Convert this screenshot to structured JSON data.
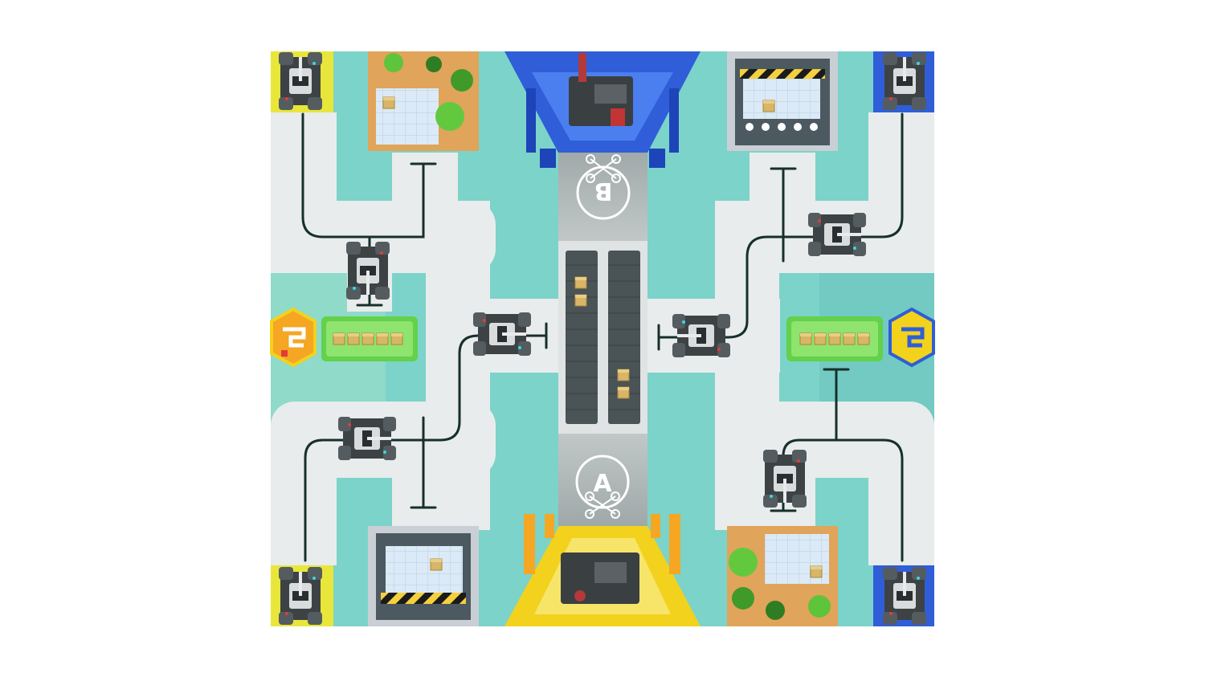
{
  "scene": {
    "type": "top-down robot competition arena",
    "colors": {
      "background": "#ffffff",
      "field_water": "#7cd3c9",
      "road": "#e9ecec",
      "path_line": "#16302a",
      "blue_team": "#2f5ed8",
      "yellow_team": "#f2d21d",
      "green_zone": "#63d14a",
      "conveyor": "#4a5356"
    }
  },
  "landing_pads": [
    {
      "id": "top",
      "letter": "B"
    },
    {
      "id": "bottom",
      "letter": "A"
    }
  ],
  "conveyors": [
    {
      "id": "left",
      "boxes": 2
    },
    {
      "id": "right",
      "boxes": 2
    }
  ],
  "supply_zones": [
    {
      "id": "left",
      "boxes": 5
    },
    {
      "id": "right",
      "boxes": 5
    }
  ],
  "bases": [
    {
      "id": "orange-base",
      "team": "orange",
      "icon": "shield-hex-icon"
    },
    {
      "id": "blue-base",
      "team": "blue",
      "icon": "shield-hex-icon"
    }
  ],
  "factories": [
    {
      "id": "top-factory",
      "team": "blue",
      "icon": "factory-icon"
    },
    {
      "id": "bottom-factory",
      "team": "yellow",
      "icon": "factory-icon"
    }
  ],
  "robots": [
    {
      "id": "robot-corner-top-left",
      "team": "yellow"
    },
    {
      "id": "robot-corner-top-right",
      "team": "blue"
    },
    {
      "id": "robot-corner-bottom-left",
      "team": "yellow"
    },
    {
      "id": "robot-corner-bottom-right",
      "team": "blue"
    },
    {
      "id": "robot-upper-left-junction",
      "team": "neutral"
    },
    {
      "id": "robot-center-left",
      "team": "neutral"
    },
    {
      "id": "robot-lower-left-junction",
      "team": "neutral"
    },
    {
      "id": "robot-upper-right-junction",
      "team": "neutral"
    },
    {
      "id": "robot-center-right",
      "team": "neutral"
    },
    {
      "id": "robot-lower-right-junction",
      "team": "neutral"
    }
  ]
}
